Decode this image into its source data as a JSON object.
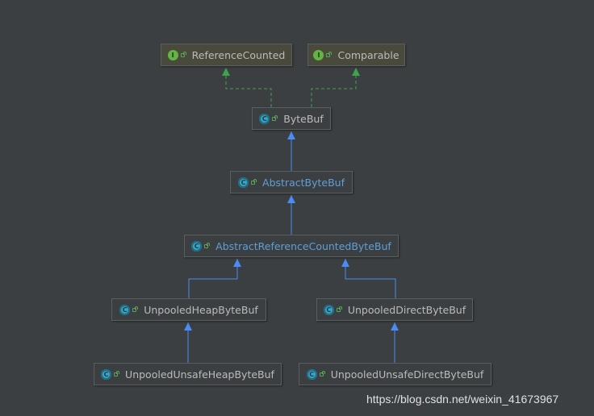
{
  "diagram": {
    "nodes": [
      {
        "id": "ReferenceCounted",
        "label": "ReferenceCounted",
        "kind": "I",
        "kind_icon": "interface-icon",
        "style": "interface"
      },
      {
        "id": "Comparable",
        "label": "Comparable",
        "kind": "I",
        "kind_icon": "interface-icon",
        "style": "interface"
      },
      {
        "id": "ByteBuf",
        "label": "ByteBuf",
        "kind": "C",
        "kind_icon": "abstract-class-icon",
        "style": "class"
      },
      {
        "id": "AbstractByteBuf",
        "label": "AbstractByteBuf",
        "kind": "C",
        "kind_icon": "abstract-class-icon",
        "style": "abstract"
      },
      {
        "id": "AbstractReferenceCountedByteBuf",
        "label": "AbstractReferenceCountedByteBuf",
        "kind": "C",
        "kind_icon": "abstract-class-icon",
        "style": "abstract"
      },
      {
        "id": "UnpooledHeapByteBuf",
        "label": "UnpooledHeapByteBuf",
        "kind": "C",
        "kind_icon": "class-icon",
        "style": "class"
      },
      {
        "id": "UnpooledDirectByteBuf",
        "label": "UnpooledDirectByteBuf",
        "kind": "C",
        "kind_icon": "class-icon",
        "style": "class"
      },
      {
        "id": "UnpooledUnsafeHeapByteBuf",
        "label": "UnpooledUnsafeHeapByteBuf",
        "kind": "C",
        "kind_icon": "class-icon",
        "style": "class"
      },
      {
        "id": "UnpooledUnsafeDirectByteBuf",
        "label": "UnpooledUnsafeDirectByteBuf",
        "kind": "C",
        "kind_icon": "class-icon",
        "style": "class"
      }
    ],
    "edges": [
      {
        "from": "ByteBuf",
        "to": "ReferenceCounted",
        "type": "implements"
      },
      {
        "from": "ByteBuf",
        "to": "Comparable",
        "type": "implements"
      },
      {
        "from": "AbstractByteBuf",
        "to": "ByteBuf",
        "type": "extends"
      },
      {
        "from": "AbstractReferenceCountedByteBuf",
        "to": "AbstractByteBuf",
        "type": "extends"
      },
      {
        "from": "UnpooledHeapByteBuf",
        "to": "AbstractReferenceCountedByteBuf",
        "type": "extends"
      },
      {
        "from": "UnpooledDirectByteBuf",
        "to": "AbstractReferenceCountedByteBuf",
        "type": "extends"
      },
      {
        "from": "UnpooledUnsafeHeapByteBuf",
        "to": "UnpooledHeapByteBuf",
        "type": "extends"
      },
      {
        "from": "UnpooledUnsafeDirectByteBuf",
        "to": "UnpooledDirectByteBuf",
        "type": "extends"
      }
    ],
    "colors": {
      "background": "#3c3f41",
      "implements_edge": "#3fa34d",
      "extends_edge": "#4b8bf5",
      "abstract_label": "#5e9fd8",
      "label": "#bbbbbb"
    }
  },
  "watermark": "https://blog.csdn.net/weixin_41673967"
}
